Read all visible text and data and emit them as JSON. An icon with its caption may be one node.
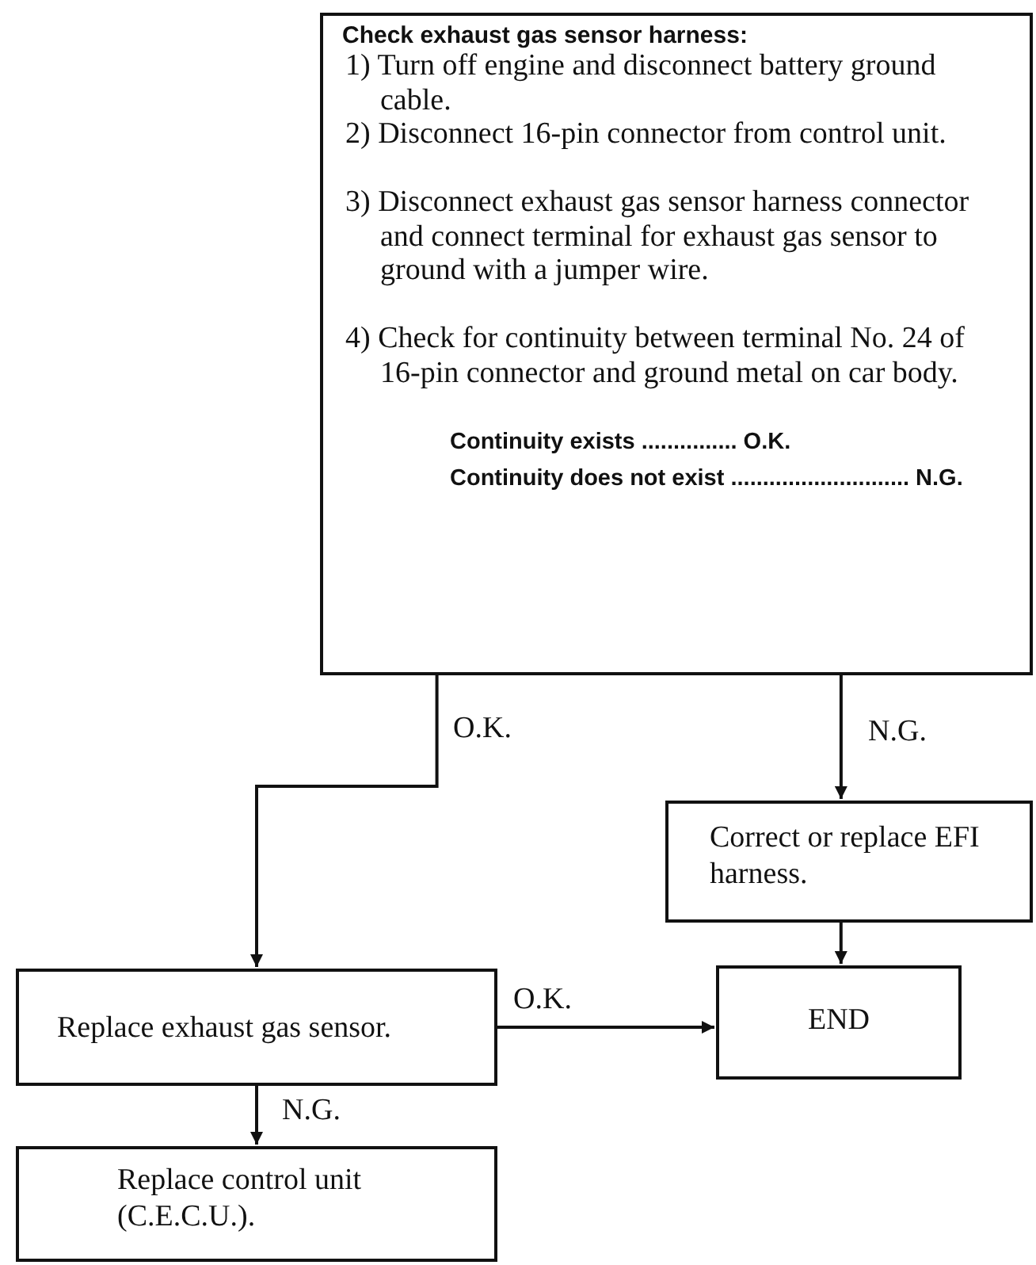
{
  "diagram": {
    "nodes": [
      {
        "text": [
          "Check exhaust gas sensor harness:",
          "1) Turn off engine and disconnect battery ground cable.",
          "2) Disconnect 16-pin connector from control unit.",
          "3) Disconnect exhaust gas sensor harness connector and connect terminal for exhaust gas sensor to ground with a jumper wire.",
          "4) Check for continuity between terminal No. 24 of 16-pin connector and ground metal on car body.",
          "Continuity exists ............... O.K.",
          "Continuity does not exist ............................ N.G."
        ]
      },
      {
        "text": [
          "Correct or replace EFI harness."
        ]
      },
      {
        "text": [
          "Replace exhaust gas sensor."
        ]
      },
      {
        "text": [
          "END"
        ]
      },
      {
        "text": [
          "Replace control unit (C.E.C.U.)."
        ]
      }
    ],
    "edges": [
      {
        "from": 0,
        "to": 2,
        "label": "O.K.",
        "arrow": "to"
      },
      {
        "from": 0,
        "to": 1,
        "label": "N.G.",
        "arrow": "to"
      },
      {
        "from": 1,
        "to": 3,
        "arrow": "to"
      },
      {
        "from": 2,
        "to": 3,
        "label": "O.K.",
        "arrow": "to"
      },
      {
        "from": 2,
        "to": 4,
        "label": "N.G.",
        "arrow": "to"
      }
    ]
  }
}
